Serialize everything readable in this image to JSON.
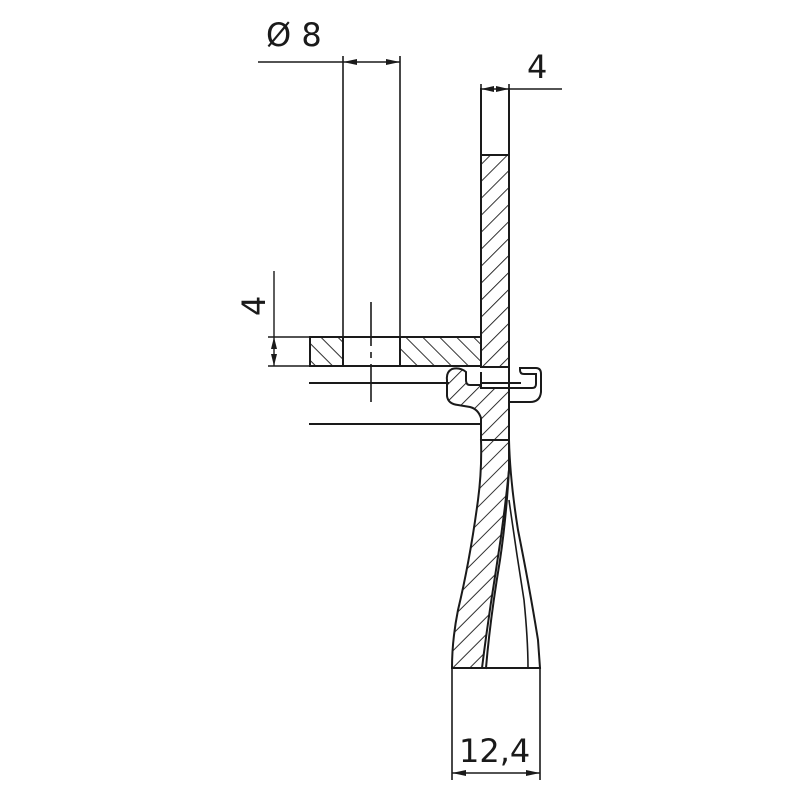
{
  "drawing": {
    "type": "technical cross-section",
    "colors": {
      "line": "#1a1a1a",
      "background": "#ffffff"
    }
  },
  "dimensions": {
    "hole_diameter": {
      "label": "Ø 8"
    },
    "wall_thickness": {
      "label": "4"
    },
    "flange_thickness": {
      "label": "4"
    },
    "base_width": {
      "label": "12,4"
    }
  }
}
